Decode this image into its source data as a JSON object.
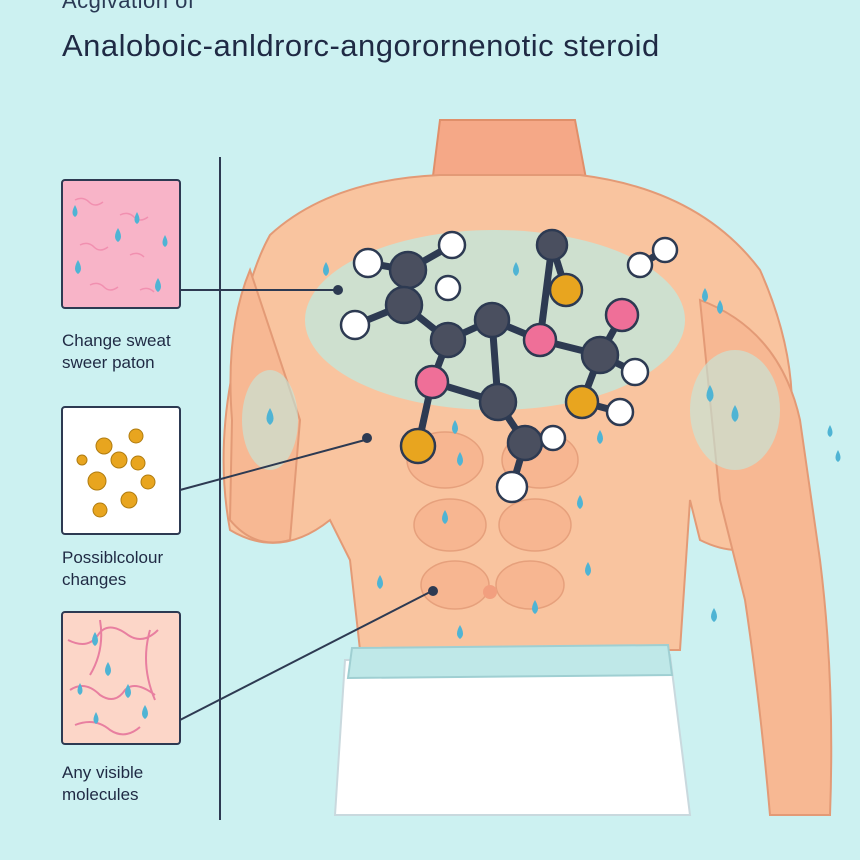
{
  "title": {
    "line1": "Acgivation of",
    "line2": "Analoboic-anldrorc-angorornenotic steroid"
  },
  "panels": [
    {
      "id": "sweat",
      "label_line1": "Change sweat",
      "label_line2": "sweer paton",
      "swatch_color": "#f8b4c8"
    },
    {
      "id": "colour",
      "label_line1": "Possiblcolour",
      "label_line2": "changes",
      "swatch_color": "#ffffff"
    },
    {
      "id": "molecules",
      "label_line1": "Any visible",
      "label_line2": "molecules",
      "swatch_color": "#fcd6c8"
    }
  ],
  "colors": {
    "background": "#ccf1f1",
    "skin": "#f9c49f",
    "skin_shadow": "#f29f7f",
    "sweat_tint": "#bfeadf",
    "drop": "#4fb4d4",
    "atom_dark": "#4a4f5f",
    "atom_pink": "#ef6f98",
    "atom_orange": "#e8a51f",
    "atom_white": "#ffffff",
    "shorts": "#ffffff",
    "waistband": "#bfe8e8",
    "outline": "#2d3a52"
  },
  "icons": {
    "drop": "water-drop-icon",
    "dot": "pointer-dot-icon"
  }
}
